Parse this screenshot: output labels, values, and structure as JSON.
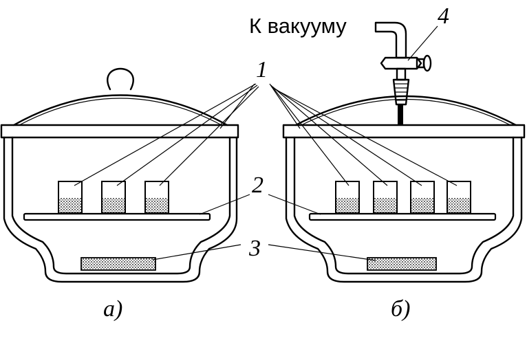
{
  "labels": {
    "vacuum": "К вакууму",
    "item1": "1",
    "item2": "2",
    "item3": "3",
    "item4": "4",
    "panel_a": "а)",
    "panel_b": "б)"
  },
  "colors": {
    "ink": "#000000",
    "paper": "#ffffff"
  },
  "parts": {
    "left_desiccator": {
      "cups": 3,
      "lid_knob": true,
      "vacuum_tap": false
    },
    "right_desiccator": {
      "cups": 4,
      "lid_knob": false,
      "vacuum_tap": true
    }
  }
}
